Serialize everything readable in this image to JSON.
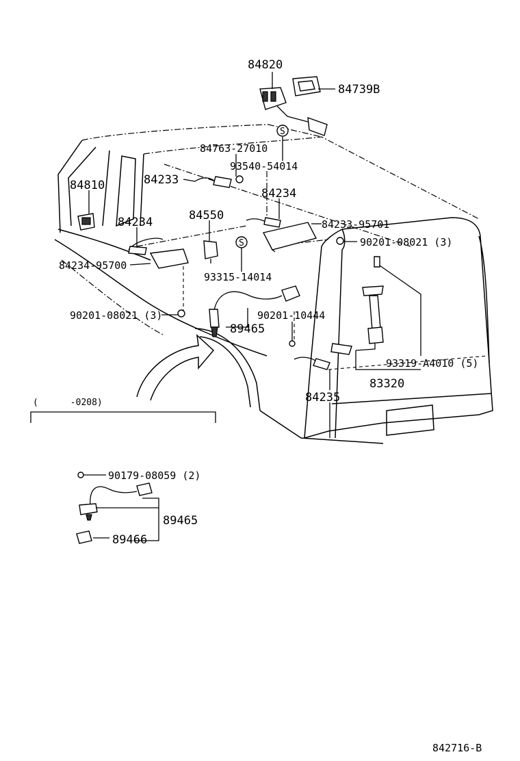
{
  "diagram": {
    "figure_code": "842716-B",
    "bracket_note": "(      -0208)",
    "part_labels": {
      "p84820": "84820",
      "p84739B": "84739B",
      "p84763_27010": "84763-27010",
      "p93540_54014": "93540-54014",
      "p84810": "84810",
      "p84233": "84233",
      "p84234_upper": "84234",
      "p84234_left": "84234",
      "p84550": "84550",
      "p84233_95701": "84233-95701",
      "p90201_08021_right": "90201-08021 (3)",
      "p84234_95700": "84234-95700",
      "p93315_14014": "93315-14014",
      "p90201_08021_left": "90201-08021 (3)",
      "p90201_10444": "90201-10444",
      "p89465_main": "89465",
      "p93319_A4010": "93319-A4010 (5)",
      "p83320": "83320",
      "p84235": "84235",
      "p90179_08059": "90179-08059 (2)",
      "p89465_inset": "89465",
      "p89466": "89466"
    },
    "symbols": {
      "screw_marker": "S"
    }
  }
}
